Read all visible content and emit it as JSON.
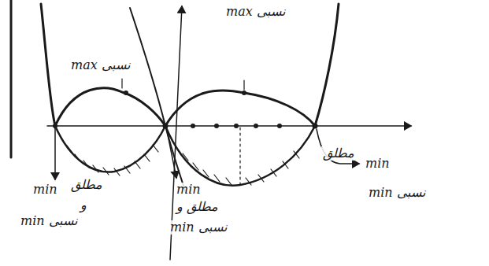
{
  "diagram": {
    "labels": [
      "max نسبی",
      "max نسبی",
      "min",
      "مطلق",
      "و",
      "min نسبی",
      "min",
      "مطلق و",
      "min نسبی",
      "مطلق",
      "min",
      "min نسبی"
    ]
  }
}
